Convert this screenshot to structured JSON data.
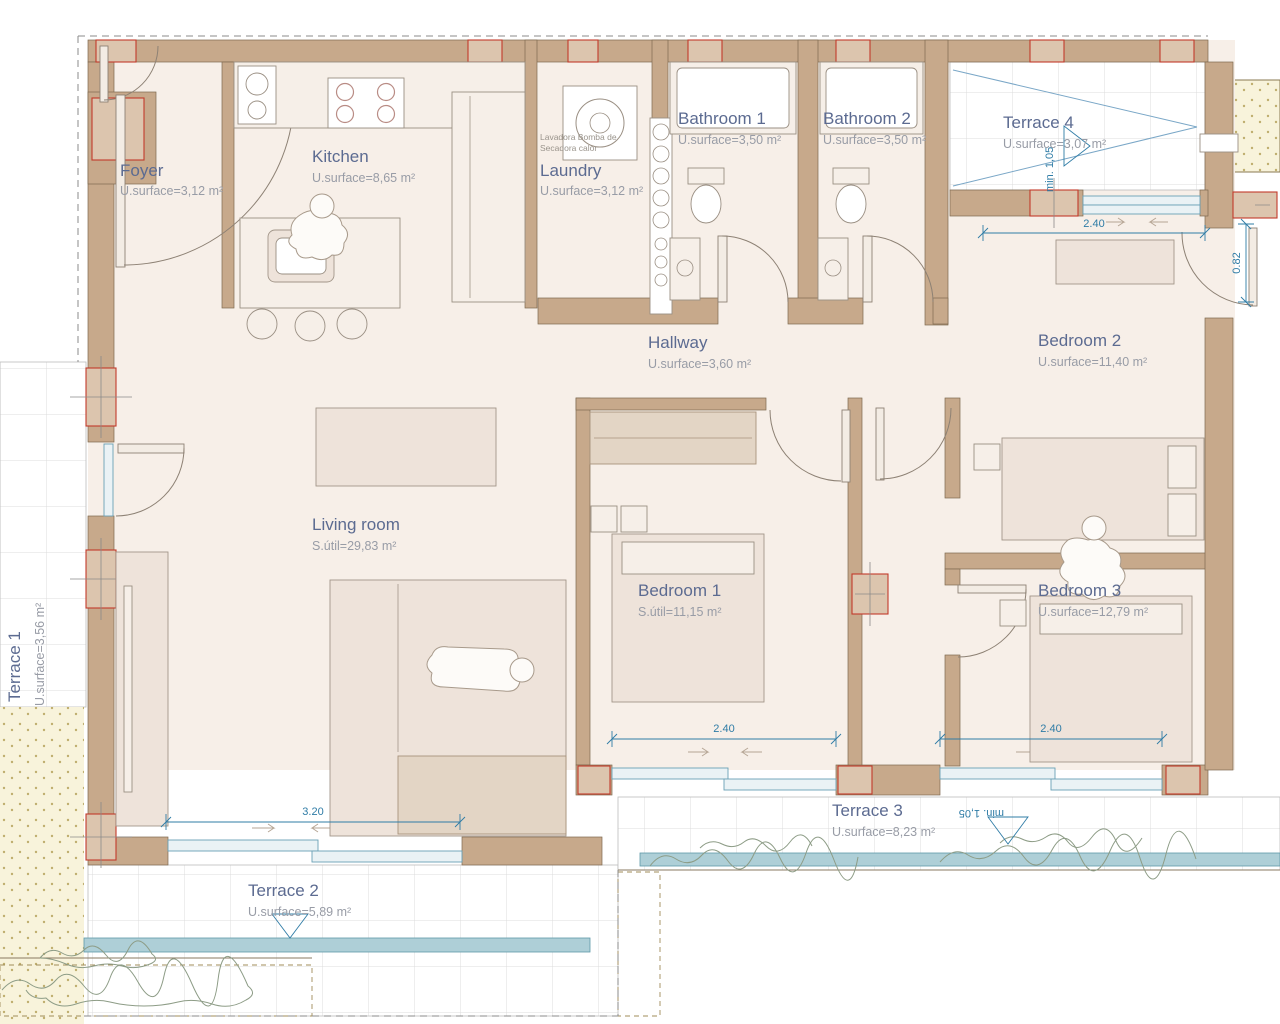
{
  "rooms": [
    {
      "name": "Foyer",
      "surface": "U.surface=3,12 m²"
    },
    {
      "name": "Kitchen",
      "surface": "U.surface=8,65 m²"
    },
    {
      "name": "Laundry",
      "surface": "U.surface=3,12 m²"
    },
    {
      "name": "Bathroom 1",
      "surface": "U.surface=3,50 m²"
    },
    {
      "name": "Bathroom 2",
      "surface": "U.surface=3,50 m²"
    },
    {
      "name": "Terrace 4",
      "surface": "U.surface=3,07 m²"
    },
    {
      "name": "Hallway",
      "surface": "U.surface=3,60 m²"
    },
    {
      "name": "Bedroom 2",
      "surface": "U.surface=11,40 m²"
    },
    {
      "name": "Living room",
      "surface": "S.útil=29,83 m²"
    },
    {
      "name": "Bedroom 1",
      "surface": "S.útil=11,15 m²"
    },
    {
      "name": "Bedroom 3",
      "surface": "U.surface=12,79 m²"
    },
    {
      "name": "Terrace 1",
      "surface": "U.surface=3,56 m²"
    },
    {
      "name": "Terrace 2",
      "surface": "U.surface=5,89 m²"
    },
    {
      "name": "Terrace 3",
      "surface": "U.surface=8,23 m²"
    }
  ],
  "laundry_note": {
    "line1": "Lavadora  Bomba de",
    "line2": "Secadora      calor"
  },
  "dimensions": {
    "living_window": "3.20",
    "bedroom1_window": "2.40",
    "bedroom3_window": "2.40",
    "terrace4_window": "2.40",
    "terrace4_door": "0.82",
    "terrace3_min": "min. 1,05",
    "terrace4_min": "min. 1,05"
  },
  "colors": {
    "wall": "#c7a98b",
    "floor": "#f7efe8",
    "room_label": "#5c6b91",
    "surface_label": "#989ca6",
    "dimension": "#2f7ca6",
    "column_red": "#c23b2a",
    "balustrade": "#aecfd7",
    "sand": "#f8f3db",
    "vegetation": "#8d9c86"
  }
}
